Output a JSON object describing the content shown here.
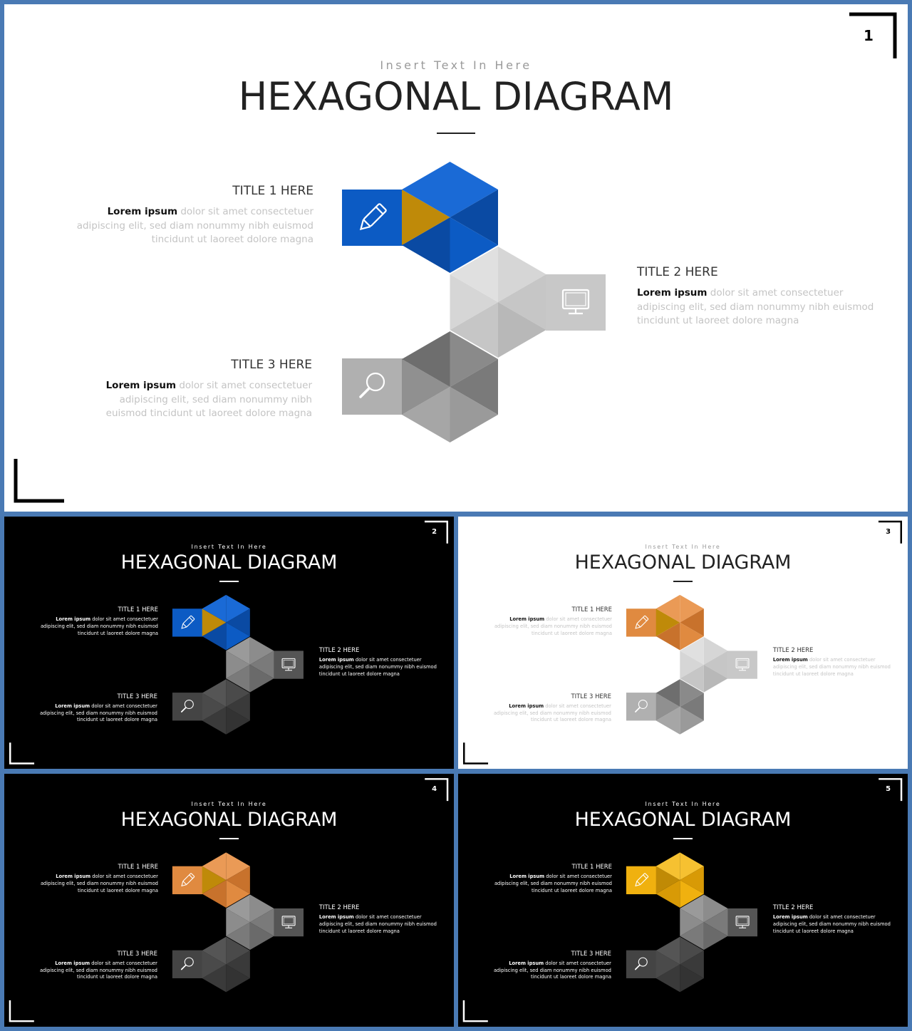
{
  "slides": [
    {
      "id": "s1",
      "number": "1",
      "theme": "white",
      "hex_color": "#0c5bc4",
      "hex_dark": "#0a4aa3",
      "hex_light": "#1a6ad6",
      "notch": "#bf8a09",
      "subtitle": "Insert Text In Here",
      "title": "HEXAGONAL DIAGRAM",
      "items": [
        {
          "heading": "TITLE 1 HERE",
          "bold": "Lorem ipsum",
          "text": " dolor sit amet consectetuer adipiscing elit, sed diam nonummy nibh euismod tincidunt ut laoreet dolore magna"
        },
        {
          "heading": "TITLE 2 HERE",
          "bold": "Lorem ipsum",
          "text": " dolor sit amet consectetuer adipiscing elit, sed diam nonummy nibh euismod tincidunt ut laoreet dolore magna"
        },
        {
          "heading": "TITLE 3 HERE",
          "bold": "Lorem ipsum",
          "text": " dolor sit amet consectetuer adipiscing elit, sed diam nonummy nibh euismod tincidunt ut laoreet dolore magna"
        }
      ]
    },
    {
      "id": "s2",
      "number": "2",
      "theme": "black",
      "hex_color": "#0c5bc4",
      "hex_dark": "#0a4aa3",
      "hex_light": "#1a6ad6",
      "notch": "#bf8a09",
      "subtitle": "Insert Text In Here",
      "title": "HEXAGONAL DIAGRAM",
      "items": [
        {
          "heading": "TITLE 1 HERE",
          "bold": "Lorem ipsum",
          "text": " dolor sit amet consectetuer adipiscing elit, sed diam nonummy nibh euismod tincidunt ut laoreet dolore magna"
        },
        {
          "heading": "TITLE 2 HERE",
          "bold": "Lorem ipsum",
          "text": " dolor sit amet consectetuer adipiscing elit, sed diam nonummy nibh euismod tincidunt ut laoreet dolore magna"
        },
        {
          "heading": "TITLE 3 HERE",
          "bold": "Lorem ipsum",
          "text": " dolor sit amet consectetuer adipiscing elit, sed diam nonummy nibh euismod tincidunt ut laoreet dolore magna"
        }
      ]
    },
    {
      "id": "s3",
      "number": "3",
      "theme": "white",
      "hex_color": "#e08a40",
      "hex_dark": "#c8722c",
      "hex_light": "#ea9a56",
      "notch": "#bf8a09",
      "subtitle": "Insert Text In Here",
      "title": "HEXAGONAL DIAGRAM",
      "items": [
        {
          "heading": "TITLE 1 HERE",
          "bold": "Lorem ipsum",
          "text": " dolor sit amet consectetuer adipiscing elit, sed diam nonummy nibh euismod tincidunt ut laoreet dolore magna"
        },
        {
          "heading": "TITLE 2 HERE",
          "bold": "Lorem ipsum",
          "text": " dolor sit amet consectetuer adipiscing elit, sed diam nonummy nibh euismod tincidunt ut laoreet dolore magna"
        },
        {
          "heading": "TITLE 3 HERE",
          "bold": "Lorem ipsum",
          "text": " dolor sit amet consectetuer adipiscing elit, sed diam nonummy nibh euismod tincidunt ut laoreet dolore magna"
        }
      ]
    },
    {
      "id": "s4",
      "number": "4",
      "theme": "black",
      "hex_color": "#e08a40",
      "hex_dark": "#c8722c",
      "hex_light": "#ea9a56",
      "notch": "#bf8a09",
      "subtitle": "Insert Text In Here",
      "title": "HEXAGONAL DIAGRAM",
      "items": [
        {
          "heading": "TITLE 1 HERE",
          "bold": "Lorem ipsum",
          "text": " dolor sit amet consectetuer adipiscing elit, sed diam nonummy nibh euismod tincidunt ut laoreet dolore magna"
        },
        {
          "heading": "TITLE 2 HERE",
          "bold": "Lorem ipsum",
          "text": " dolor sit amet consectetuer adipiscing elit, sed diam nonummy nibh euismod tincidunt ut laoreet dolore magna"
        },
        {
          "heading": "TITLE 3 HERE",
          "bold": "Lorem ipsum",
          "text": " dolor sit amet consectetuer adipiscing elit, sed diam nonummy nibh euismod tincidunt ut laoreet dolore magna"
        }
      ]
    },
    {
      "id": "s5",
      "number": "5",
      "theme": "black",
      "hex_color": "#f0b10f",
      "hex_dark": "#d89a06",
      "hex_light": "#f6c131",
      "notch": "#c08a05",
      "subtitle": "Insert Text In Here",
      "title": "HEXAGONAL DIAGRAM",
      "items": [
        {
          "heading": "TITLE 1 HERE",
          "bold": "Lorem ipsum",
          "text": " dolor sit amet consectetuer adipiscing elit, sed diam nonummy nibh euismod tincidunt ut laoreet dolore magna"
        },
        {
          "heading": "TITLE 2 HERE",
          "bold": "Lorem ipsum",
          "text": " dolor sit amet consectetuer adipiscing elit, sed diam nonummy nibh euismod tincidunt ut laoreet dolore magna"
        },
        {
          "heading": "TITLE 3 HERE",
          "bold": "Lorem ipsum",
          "text": " dolor sit amet consectetuer adipiscing elit, sed diam nonummy nibh euismod tincidunt ut laoreet dolore magna"
        }
      ]
    }
  ],
  "icons": {
    "item1": "pencil-icon",
    "item2": "monitor-icon",
    "item3": "magnifier-icon"
  }
}
